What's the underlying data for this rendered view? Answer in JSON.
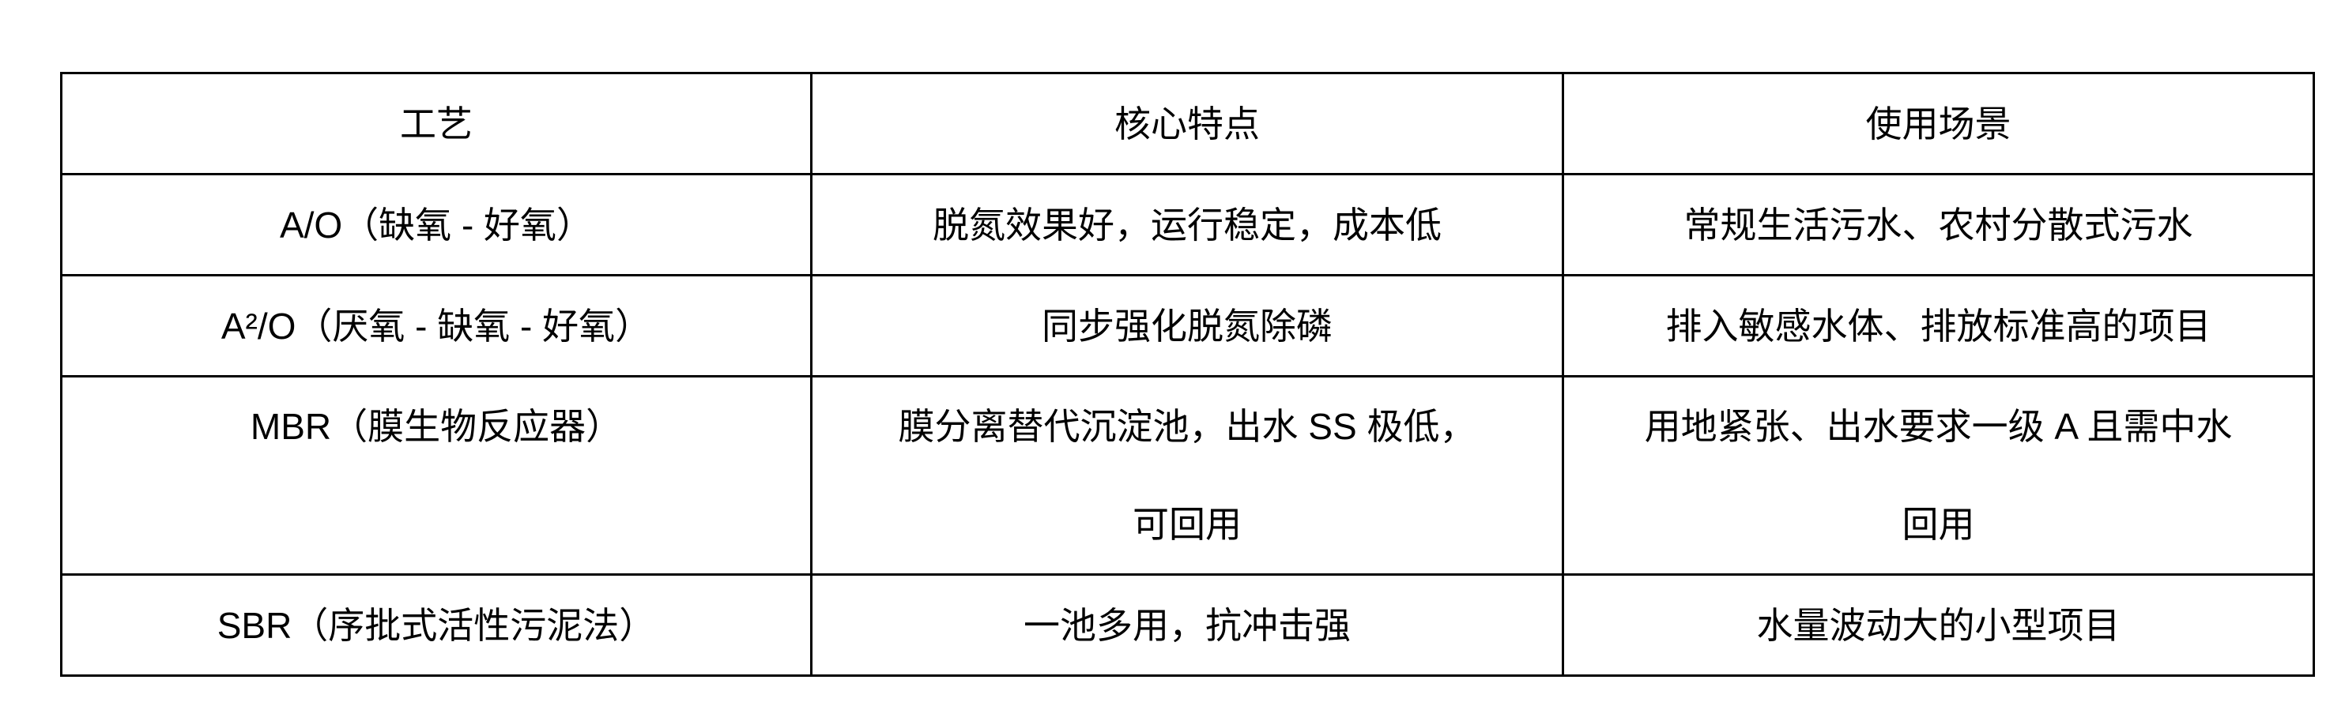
{
  "table": {
    "headers": [
      "工艺",
      "核心特点",
      "使用场景"
    ],
    "rows": [
      {
        "process": "A/O（缺氧 - 好氧）",
        "features": [
          "脱氮效果好，运行稳定，成本低"
        ],
        "scenarios": [
          "常规生活污水、农村分散式污水"
        ]
      },
      {
        "process": "A²/O（厌氧 - 缺氧 - 好氧）",
        "features": [
          "同步强化脱氮除磷"
        ],
        "scenarios": [
          "排入敏感水体、排放标准高的项目"
        ]
      },
      {
        "process": "MBR（膜生物反应器）",
        "features": [
          "膜分离替代沉淀池，出水 SS 极低，",
          "可回用"
        ],
        "scenarios": [
          "用地紧张、出水要求一级 A 且需中水",
          "回用"
        ]
      },
      {
        "process": "SBR（序批式活性污泥法）",
        "features": [
          "一池多用，抗冲击强"
        ],
        "scenarios": [
          "水量波动大的小型项目"
        ]
      }
    ]
  }
}
